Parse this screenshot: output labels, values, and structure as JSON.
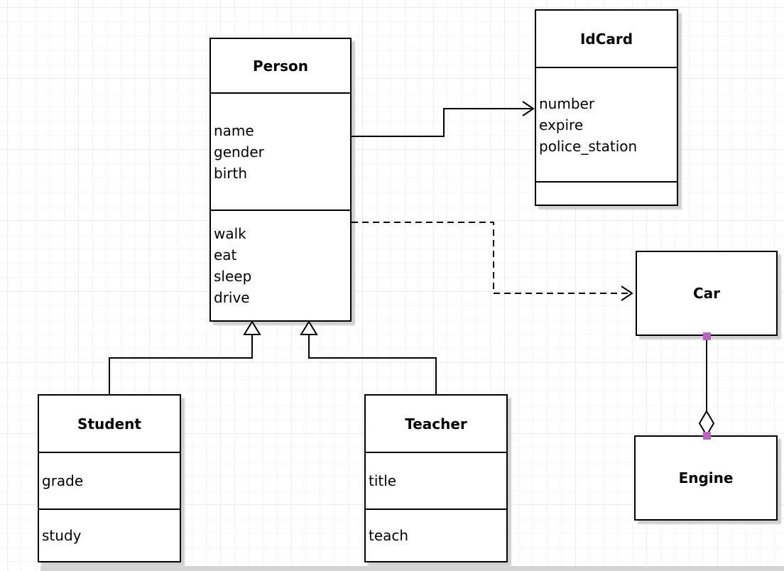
{
  "colors": {
    "edge": "#000000",
    "box-border": "#000000",
    "box-fill": "#ffffff",
    "shadow": "#cfcfcf",
    "handle": "#b964be",
    "grid-minor": "#f5f5f5",
    "grid-major": "#ececec",
    "canvas-edge": "#d4d4d4"
  },
  "classes": {
    "person": {
      "title": "Person",
      "attributes": [
        "name",
        "gender",
        "birth"
      ],
      "methods": [
        "walk",
        "eat",
        "sleep",
        "drive"
      ]
    },
    "idcard": {
      "title": "IdCard",
      "attributes": [
        "number",
        "expire",
        "police_station"
      ],
      "methods": []
    },
    "student": {
      "title": "Student",
      "attributes": [
        "grade"
      ],
      "methods": [
        "study"
      ]
    },
    "teacher": {
      "title": "Teacher",
      "attributes": [
        "title"
      ],
      "methods": [
        "teach"
      ]
    },
    "car": {
      "title": "Car"
    },
    "engine": {
      "title": "Engine"
    }
  },
  "relationships": [
    {
      "type": "directed-association",
      "from": "Person",
      "to": "IdCard",
      "line": "solid",
      "arrowhead": "open"
    },
    {
      "type": "dependency",
      "from": "Person",
      "to": "Car",
      "line": "dashed",
      "arrowhead": "open"
    },
    {
      "type": "generalization",
      "from": "Student",
      "to": "Person",
      "line": "solid",
      "arrowhead": "hollow-triangle"
    },
    {
      "type": "generalization",
      "from": "Teacher",
      "to": "Person",
      "line": "solid",
      "arrowhead": "hollow-triangle"
    },
    {
      "type": "aggregation",
      "from": "Car",
      "to": "Engine",
      "line": "solid",
      "marker": "hollow-diamond",
      "endpoint_handles": 2
    }
  ]
}
